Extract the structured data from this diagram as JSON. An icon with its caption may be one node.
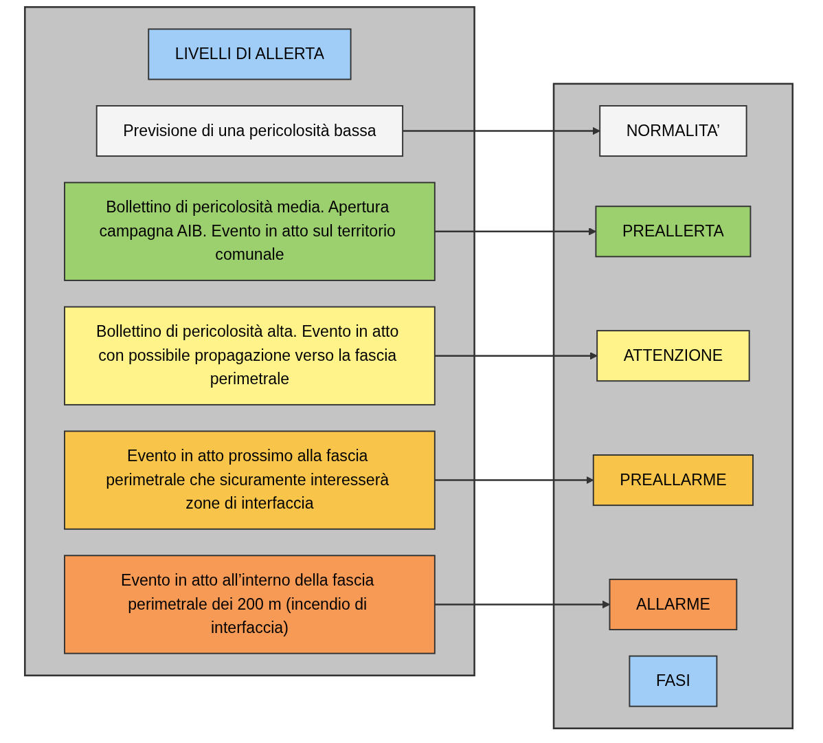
{
  "diagram": {
    "nodes": [
      {
        "text": [],
        "shape": "box"
      },
      {
        "text": [
          "LIVELLI DI ALLERTA"
        ],
        "in": 0
      },
      {
        "text": [
          "Previsione di una pericolosità bassa"
        ],
        "in": 0
      },
      {
        "text": [
          "Bollettino di pericolosità media. Apertura campagna AIB. Evento in atto sul territorio comunale"
        ],
        "in": 0
      },
      {
        "text": [
          "Bollettino di pericolosità alta. Evento in atto con possibile propagazione verso la fascia perimetrale"
        ],
        "in": 0
      },
      {
        "text": [
          "Evento in atto prossimo alla fascia perimetrale che sicuramente interesserà zone di interfaccia"
        ],
        "in": 0
      },
      {
        "text": [
          "Evento in atto all’interno della fascia perimetrale dei 200 m (incendio di interfaccia)"
        ],
        "in": 0
      },
      {
        "text": [],
        "shape": "box"
      },
      {
        "text": [
          "NORMALITA’"
        ],
        "in": 7
      },
      {
        "text": [
          "PREALLERTA"
        ],
        "in": 7
      },
      {
        "text": [
          "ATTENZIONE"
        ],
        "in": 7
      },
      {
        "text": [
          "PREALLARME"
        ],
        "in": 7
      },
      {
        "text": [
          "ALLARME"
        ],
        "in": 7
      },
      {
        "text": [
          "FASI"
        ],
        "in": 7
      }
    ],
    "edges": [
      {
        "from": 2,
        "to": 8,
        "arrow": "to"
      },
      {
        "from": 3,
        "to": 9,
        "arrow": "to"
      },
      {
        "from": 4,
        "to": 10,
        "arrow": "to"
      },
      {
        "from": 5,
        "to": 11,
        "arrow": "to"
      },
      {
        "from": 6,
        "to": 12,
        "arrow": "to"
      }
    ]
  }
}
